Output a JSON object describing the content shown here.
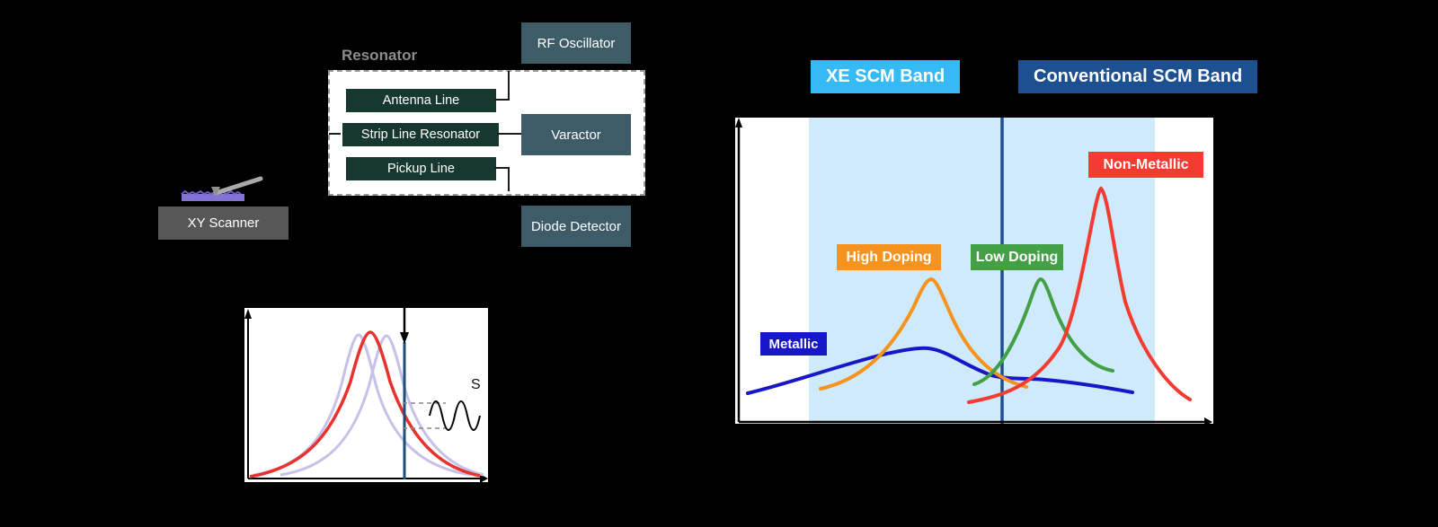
{
  "figure": {
    "background": "#000000"
  },
  "schematic": {
    "resonator_label": "Resonator",
    "antenna_line": "Antenna Line",
    "strip_line_resonator": "Strip Line Resonator",
    "pickup_line": "Pickup Line",
    "rf_oscillator": "RF Oscillator",
    "varactor": "Varactor",
    "diode_detector": "Diode Detector",
    "xy_scanner": "XY Scanner",
    "colors": {
      "inner_block": "#17382f",
      "outer_block": "#3e5c68",
      "scanner_block": "#575757",
      "sample": "#8274d4",
      "probe_arm": "#a9a9a9"
    }
  },
  "resonance_plot": {
    "signal_label": "S",
    "colors": {
      "resonance_curve": "#e8322d",
      "shifted_curves": "#c7c0e8",
      "operating_point_line": "#1f4e79",
      "signal_wave": "#000000"
    }
  },
  "scm_plot": {
    "band_headers": [
      {
        "label": "XE SCM Band",
        "color": "#35baf6"
      },
      {
        "label": "Conventional SCM Band",
        "color": "#1c5090"
      }
    ],
    "band_fill": "#cfeafb",
    "divider_color": "#1b4f8f",
    "series": [
      {
        "label": "Metallic",
        "color": "#1717c8"
      },
      {
        "label": "High Doping",
        "color": "#f6921e"
      },
      {
        "label": "Low Doping",
        "color": "#43a047"
      },
      {
        "label": "Non-Metallic",
        "color": "#f43b32"
      }
    ]
  },
  "chart_data": [
    {
      "type": "line",
      "note": "Qualitative schematic, axes unlabeled; x and y normalized 0-1 (y=0 bottom of plot)",
      "bands": [
        {
          "name": "XE SCM Band",
          "x_range": [
            0.15,
            0.88
          ]
        },
        {
          "name": "Conventional SCM Band",
          "x_range": [
            0.56,
            1.0
          ]
        }
      ],
      "divider_x": 0.56,
      "series": [
        {
          "name": "Metallic",
          "points": [
            [
              0.03,
              0.1
            ],
            [
              0.14,
              0.16
            ],
            [
              0.25,
              0.22
            ],
            [
              0.37,
              0.25
            ],
            [
              0.45,
              0.2
            ],
            [
              0.53,
              0.155
            ],
            [
              0.62,
              0.15
            ],
            [
              0.74,
              0.13
            ],
            [
              0.83,
              0.1
            ]
          ]
        },
        {
          "name": "High Doping",
          "points": [
            [
              0.18,
              0.115
            ],
            [
              0.27,
              0.17
            ],
            [
              0.34,
              0.33
            ],
            [
              0.41,
              0.47
            ],
            [
              0.47,
              0.29
            ],
            [
              0.54,
              0.135
            ],
            [
              0.61,
              0.12
            ]
          ]
        },
        {
          "name": "Low Doping",
          "points": [
            [
              0.5,
              0.13
            ],
            [
              0.56,
              0.21
            ],
            [
              0.61,
              0.36
            ],
            [
              0.64,
              0.47
            ],
            [
              0.68,
              0.34
            ],
            [
              0.73,
              0.21
            ],
            [
              0.79,
              0.17
            ]
          ]
        },
        {
          "name": "Non-Metallic",
          "points": [
            [
              0.49,
              0.07
            ],
            [
              0.57,
              0.11
            ],
            [
              0.65,
              0.25
            ],
            [
              0.72,
              0.55
            ],
            [
              0.765,
              0.77
            ],
            [
              0.81,
              0.45
            ],
            [
              0.87,
              0.18
            ],
            [
              0.95,
              0.08
            ]
          ]
        }
      ]
    },
    {
      "type": "line",
      "note": "Resonance mini-plot: red resonance peak with two shifted lavender peaks, vertical dark-blue operating-point line with downward arrow, dashed guides to a small sine wave labeled 'S'"
    }
  ]
}
